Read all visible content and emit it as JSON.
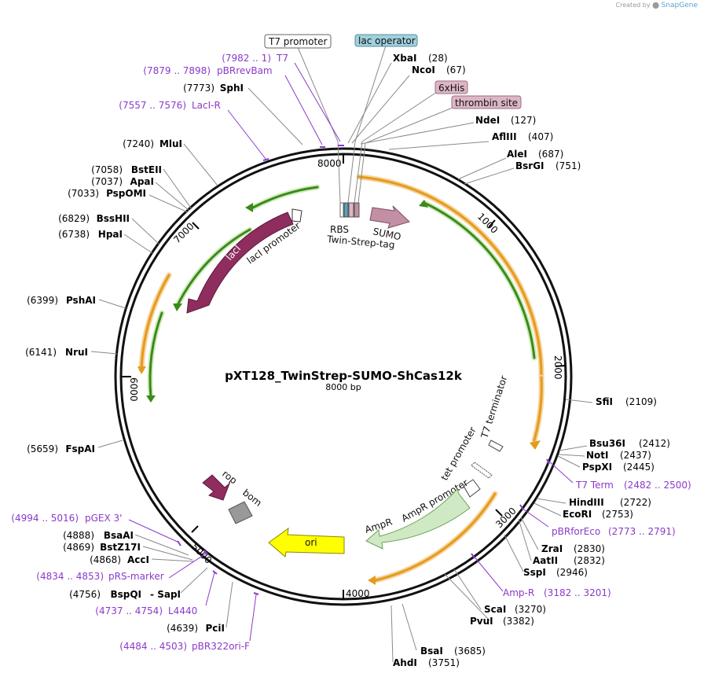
{
  "app": {
    "credit_prefix": "Created by",
    "credit_brand": "SnapGene"
  },
  "plasmid": {
    "name": "pXT128_TwinStrep-SUMO-ShCas12k",
    "size_label": "8000 bp"
  },
  "ticks": [
    "1000",
    "2000",
    "3000",
    "4000",
    "5000",
    "6000",
    "7000",
    "8000"
  ],
  "boxes": [
    {
      "id": "t7p",
      "label": "T7 promoter",
      "fill": "#ffffff",
      "stroke": "#666666"
    },
    {
      "id": "lacop",
      "label": "lac operator",
      "fill": "#9fd0dc",
      "stroke": "#5a8f9c"
    },
    {
      "id": "his",
      "label": "6xHis",
      "fill": "#dcb6c6",
      "stroke": "#9a6d80"
    },
    {
      "id": "thr",
      "label": "thrombin site",
      "fill": "#dcb6c6",
      "stroke": "#9a6d80"
    }
  ],
  "enzymes_right": [
    {
      "name": "XbaI",
      "pos": "(28)"
    },
    {
      "name": "NcoI",
      "pos": "(67)"
    },
    {
      "name": "NdeI",
      "pos": "(127)"
    },
    {
      "name": "AflIII",
      "pos": "(407)"
    },
    {
      "name": "AleI",
      "pos": "(687)"
    },
    {
      "name": "BsrGI",
      "pos": "(751)"
    },
    {
      "name": "SfiI",
      "pos": "(2109)"
    },
    {
      "name": "Bsu36I",
      "pos": "(2412)"
    },
    {
      "name": "NotI",
      "pos": "(2437)"
    },
    {
      "name": "PspXI",
      "pos": "(2445)"
    },
    {
      "name": "HindIII",
      "pos": "(2722)"
    },
    {
      "name": "EcoRI",
      "pos": "(2753)"
    },
    {
      "name": "ZraI",
      "pos": "(2830)"
    },
    {
      "name": "AatII",
      "pos": "(2832)"
    },
    {
      "name": "SspI",
      "pos": "(2946)"
    },
    {
      "name": "ScaI",
      "pos": "(3270)"
    },
    {
      "name": "PvuI",
      "pos": "(3382)"
    },
    {
      "name": "BsaI",
      "pos": "(3685)"
    },
    {
      "name": "AhdI",
      "pos": "(3751)"
    }
  ],
  "enzymes_left": [
    {
      "name": "SphI",
      "pos": "(7773)"
    },
    {
      "name": "MluI",
      "pos": "(7240)"
    },
    {
      "name": "BstEII",
      "pos": "(7058)"
    },
    {
      "name": "ApaI",
      "pos": "(7037)"
    },
    {
      "name": "PspOMI",
      "pos": "(7033)"
    },
    {
      "name": "BssHII",
      "pos": "(6829)"
    },
    {
      "name": "HpaI",
      "pos": "(6738)"
    },
    {
      "name": "PshAI",
      "pos": "(6399)"
    },
    {
      "name": "NruI",
      "pos": "(6141)"
    },
    {
      "name": "FspAI",
      "pos": "(5659)"
    },
    {
      "name": "BsaAI",
      "pos": "(4888)"
    },
    {
      "name": "BstZ17I",
      "pos": "(4869)"
    },
    {
      "name": "AccI",
      "pos": "(4868)"
    },
    {
      "name": "BspQI",
      "pos": "(4756)",
      "extra": "- SapI"
    },
    {
      "name": "PciI",
      "pos": "(4639)"
    }
  ],
  "primers": [
    {
      "range": "(7982 .. 1)",
      "name": "T7"
    },
    {
      "range": "(7879 .. 7898)",
      "name": "pBRrevBam"
    },
    {
      "range": "(7557 .. 7576)",
      "name": "LacI-R"
    },
    {
      "range": "(2482 .. 2500)",
      "name": "T7 Term"
    },
    {
      "range": "(2773 .. 2791)",
      "name": "pBRforEco"
    },
    {
      "range": "(3182 .. 3201)",
      "name": "Amp-R"
    },
    {
      "range": "(4994 .. 5016)",
      "name": "pGEX 3'"
    },
    {
      "range": "(4834 .. 4853)",
      "name": "pRS-marker"
    },
    {
      "range": "(4737 .. 4754)",
      "name": "L4440"
    },
    {
      "range": "(4484 .. 4503)",
      "name": "pBR322ori-F"
    }
  ],
  "features": {
    "laci": "lacI",
    "laci_promoter": "lacI promoter",
    "rbs": "RBS",
    "sumo": "SUMO",
    "twin_strep": "Twin-Strep-tag",
    "t7_terminator": "T7 terminator",
    "tet_promoter": "tet promoter",
    "ampr_promoter": "AmpR promoter",
    "ampr": "AmpR",
    "ori": "ori",
    "rop": "rop",
    "bom": "bom"
  },
  "colors": {
    "laci": "#8e2d5e",
    "sumo": "#c38fa5",
    "ampr": "#cfe9c4",
    "ori": "#ffff00",
    "bom": "#999999",
    "orf_orange": "#e59a1e",
    "orf_green": "#3b8a1a",
    "primer": "#8b3ac9"
  }
}
